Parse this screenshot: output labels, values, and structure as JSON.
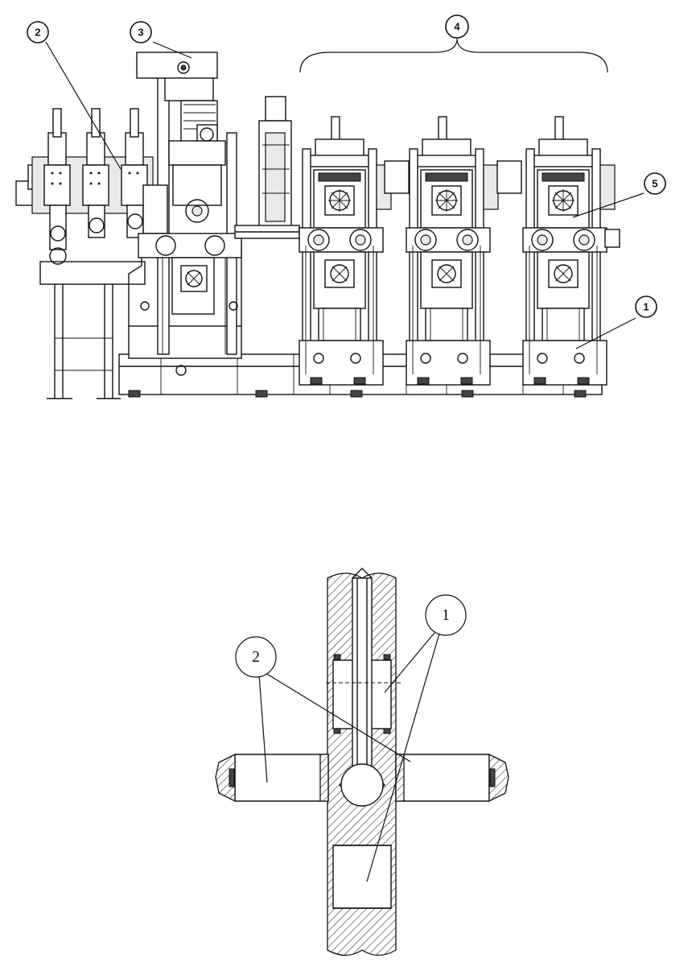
{
  "figure_top": {
    "callouts": [
      {
        "label": "1"
      },
      {
        "label": "2"
      },
      {
        "label": "3"
      },
      {
        "label": "4"
      },
      {
        "label": "5"
      }
    ]
  },
  "figure_bottom": {
    "callouts": [
      {
        "label": "1"
      },
      {
        "label": "2"
      }
    ]
  }
}
